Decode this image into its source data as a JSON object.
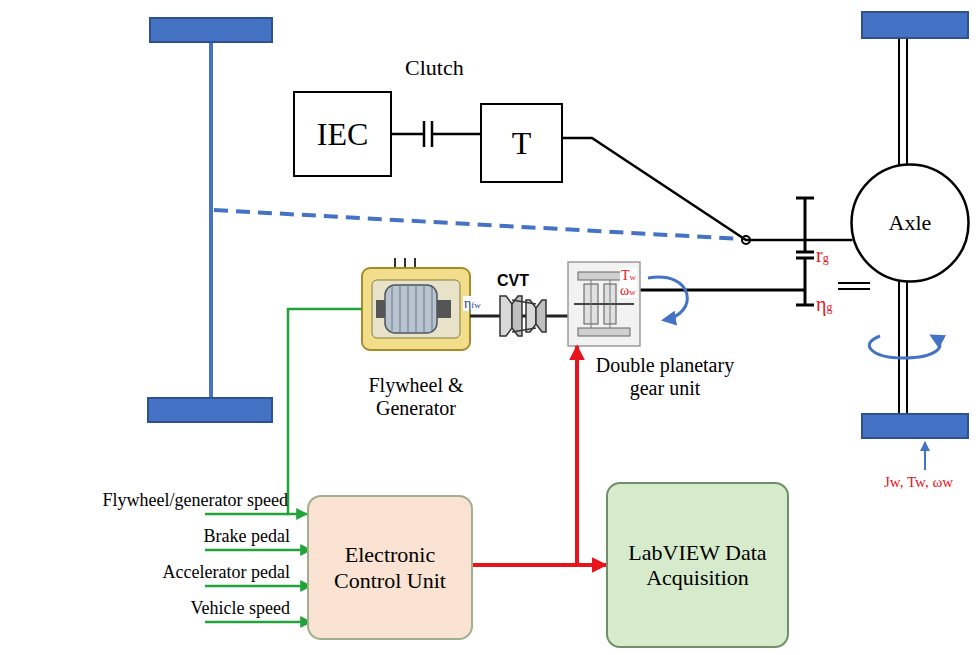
{
  "diagram": {
    "nodes": [
      {
        "text": [
          "IEC"
        ]
      },
      {
        "text": [
          "T"
        ]
      },
      {
        "text": [
          "Axle"
        ]
      },
      {
        "text": [
          "Flywheel & Generator"
        ]
      },
      {
        "text": [
          "Double planetary gear unit"
        ]
      },
      {
        "text": [
          "Electronic Control Unit"
        ]
      },
      {
        "text": [
          "LabVIEW Data Acquisition"
        ]
      }
    ],
    "edges": [
      {
        "from": 0,
        "to": 1,
        "arrow": "none"
      },
      {
        "from": 1,
        "to": 2,
        "arrow": "none"
      },
      {
        "from": 3,
        "to": 5,
        "arrow": "to"
      },
      {
        "from": 5,
        "to": 4,
        "arrow": "to"
      },
      {
        "from": 5,
        "to": 6,
        "arrow": "to"
      }
    ],
    "labels": [
      "Clutch",
      "CVT",
      "rg",
      "ηg",
      "ηfw",
      "Tw",
      "ωw",
      "Jw, Tw, ωw",
      "Flywheel/generator speed",
      "Brake pedal",
      "Accelerator pedal",
      "Vehicle speed"
    ]
  }
}
